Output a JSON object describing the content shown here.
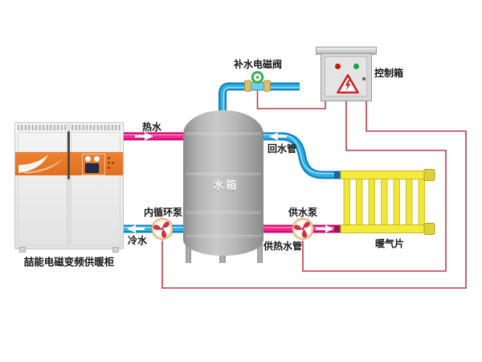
{
  "labels": {
    "valve": "补水电磁阀",
    "control_box": "控制箱",
    "hot_water": "热水",
    "return_pipe": "回水管",
    "water_tank": "水箱",
    "inner_pump": "内循环泵",
    "supply_pump": "供水泵",
    "cold_water": "冷水",
    "supply_pipe": "供热水管",
    "radiator": "暖气片",
    "cabinet": "喆能电磁变频供暖柜"
  },
  "colors": {
    "hot_pipe": "#c9066b",
    "cold_pipe": "#0f83b8",
    "wire": "#bf3a47",
    "radiator_yellow": "#f4eb3f",
    "cabinet_band": "#e87c2c",
    "indicator_red": "#ce1212",
    "indicator_green": "#18a33c"
  }
}
